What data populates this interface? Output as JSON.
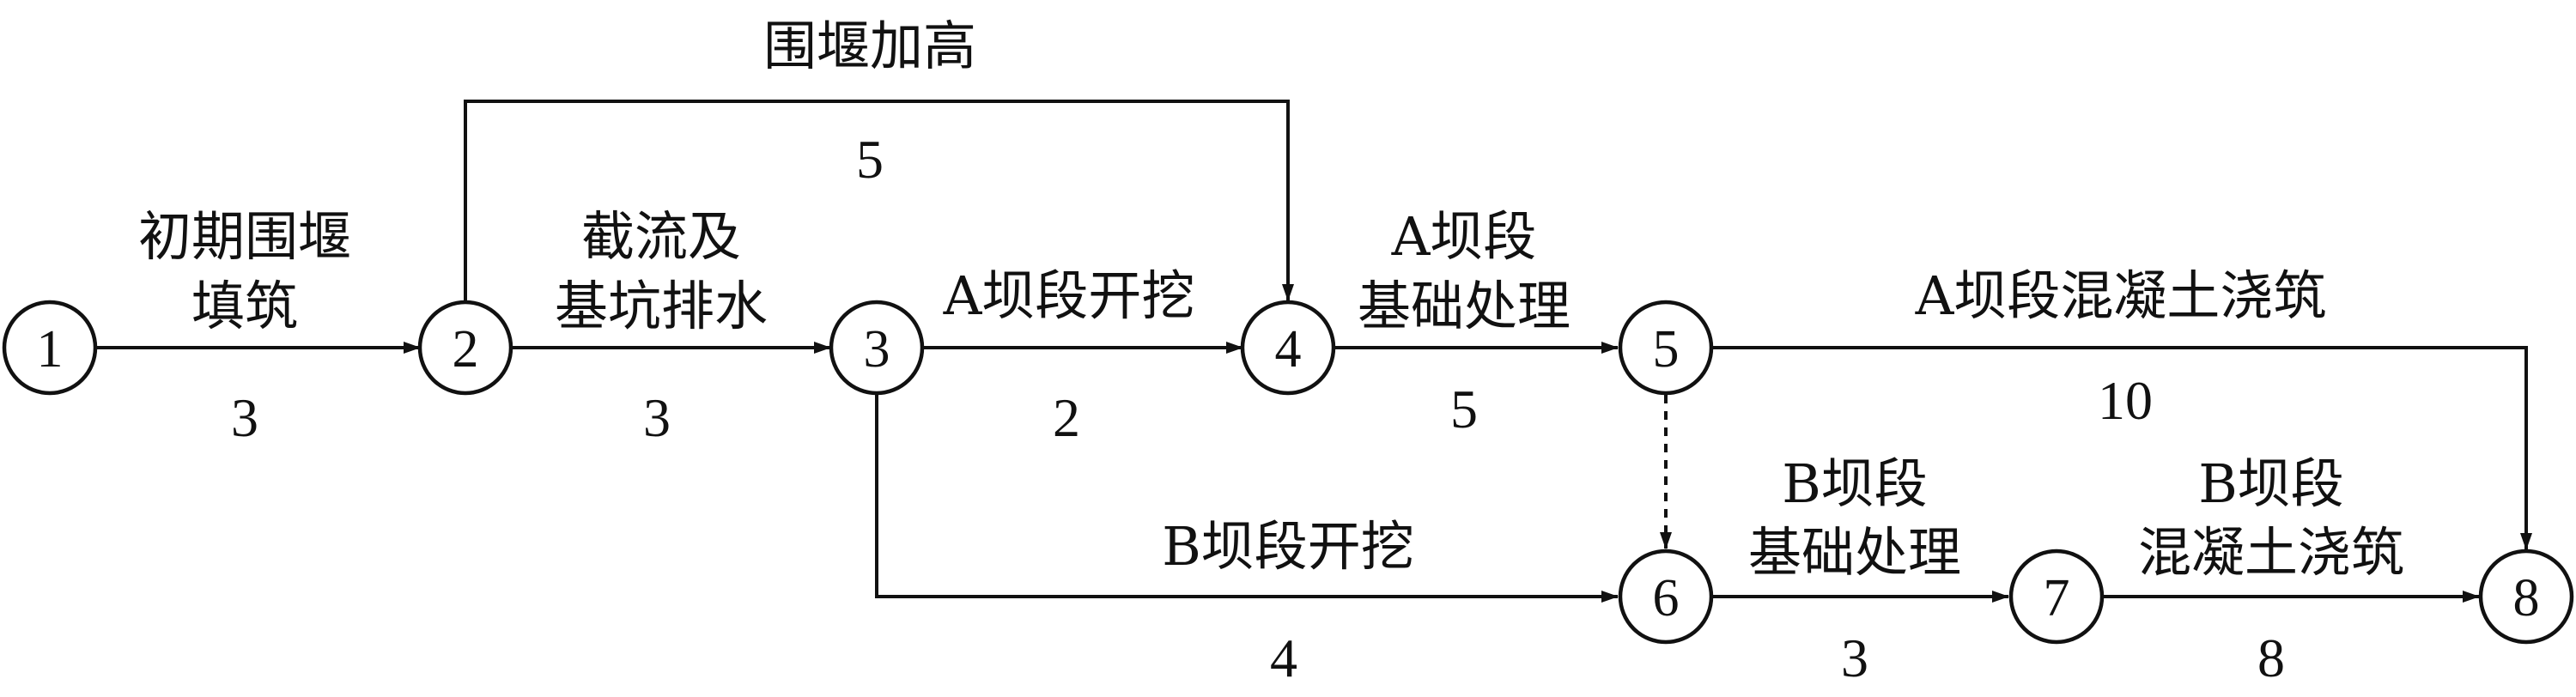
{
  "nodes": [
    {
      "id": "1",
      "label": "1"
    },
    {
      "id": "2",
      "label": "2"
    },
    {
      "id": "3",
      "label": "3"
    },
    {
      "id": "4",
      "label": "4"
    },
    {
      "id": "5",
      "label": "5"
    },
    {
      "id": "6",
      "label": "6"
    },
    {
      "id": "7",
      "label": "7"
    },
    {
      "id": "8",
      "label": "8"
    }
  ],
  "activities": [
    {
      "from": "1",
      "to": "2",
      "name_lines": [
        "初期围堰",
        "填筑"
      ],
      "duration": "3"
    },
    {
      "from": "2",
      "to": "3",
      "name_lines": [
        "截流及",
        "基坑排水"
      ],
      "duration": "3"
    },
    {
      "from": "3",
      "to": "4",
      "name_lines": [
        "A坝段开挖"
      ],
      "duration": "2"
    },
    {
      "from": "2",
      "to": "4",
      "name_lines": [
        "围堰加高"
      ],
      "duration": "5"
    },
    {
      "from": "4",
      "to": "5",
      "name_lines": [
        "A坝段",
        "基础处理"
      ],
      "duration": "5"
    },
    {
      "from": "5",
      "to": "8",
      "name_lines": [
        "A坝段混凝土浇筑"
      ],
      "duration": "10"
    },
    {
      "from": "3",
      "to": "6",
      "name_lines": [
        "B坝段开挖"
      ],
      "duration": "4"
    },
    {
      "from": "6",
      "to": "7",
      "name_lines": [
        "B坝段",
        "基础处理"
      ],
      "duration": "3"
    },
    {
      "from": "7",
      "to": "8",
      "name_lines": [
        "B坝段",
        "混凝土浇筑"
      ],
      "duration": "8"
    }
  ],
  "dummies": [
    {
      "from": "5",
      "to": "6"
    }
  ]
}
